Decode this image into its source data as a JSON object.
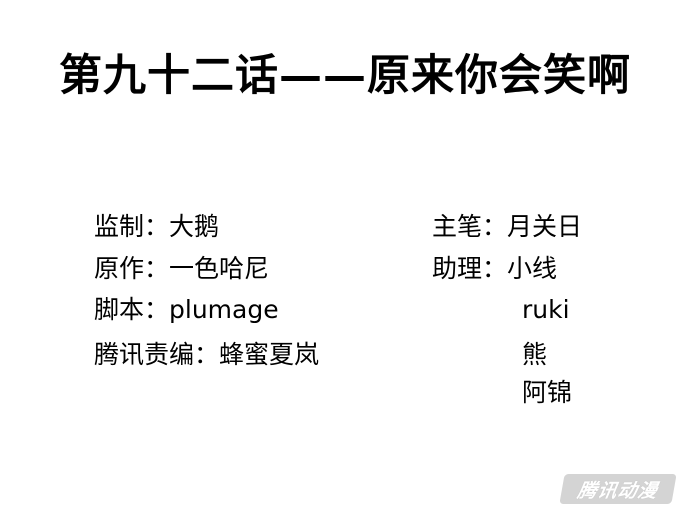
{
  "title": "第九十二话——原来你会笑啊",
  "credits_left": [
    "监制：大鹅",
    "原作：一色哈尼",
    "脚本：plumage",
    "腾讯责编：蜂蜜夏岚"
  ],
  "credits_right": [
    "主笔：月关日",
    "助理：小线",
    "ruki",
    "熊",
    "阿锦"
  ],
  "watermark": "腾讯动漫"
}
